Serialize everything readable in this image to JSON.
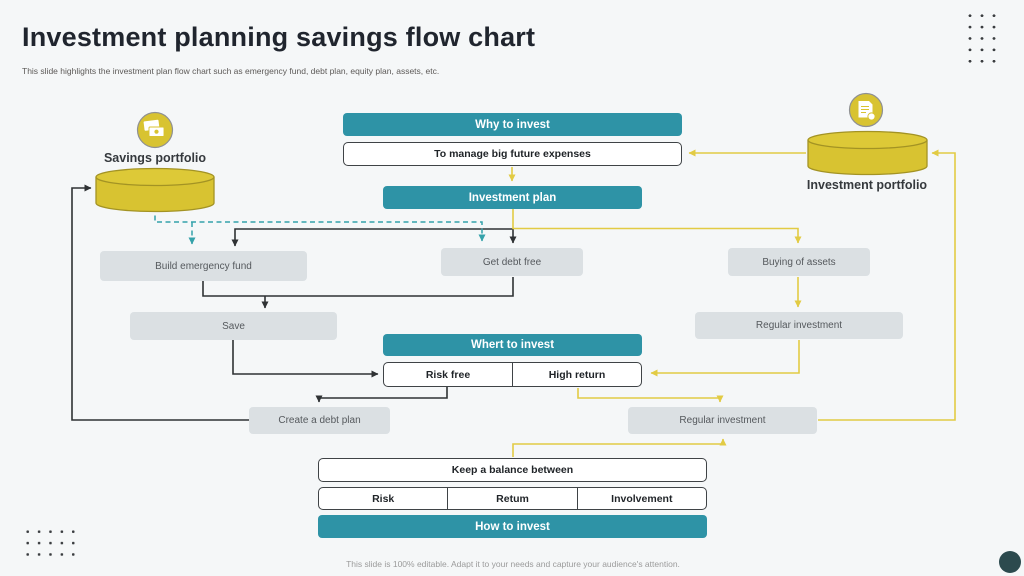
{
  "slide": {
    "title": "Investment planning savings flow chart",
    "subtitle": "This slide highlights the investment plan flow chart such as emergency fund, debt plan, equity plan, assets, etc.",
    "footer": "This slide is 100% editable. Adapt it to your needs and capture your audience's attention."
  },
  "sections": {
    "why": "Why to invest",
    "plan": "Investment plan",
    "where": "Whert to invest",
    "how": "How to invest"
  },
  "portfolios": {
    "savings": {
      "label": "Savings portfolio",
      "icon": "banknotes-icon"
    },
    "investment": {
      "label": "Investment portfolio",
      "icon": "invoice-icon"
    }
  },
  "nodes": {
    "manage": "To manage big future expenses",
    "build_fund": "Build emergency fund",
    "get_debt_free": "Get debt free",
    "buying_assets": "Buying of assets",
    "regular_investment_upper": "Regular investment",
    "save": "Save",
    "risk_free": "Risk free",
    "high_return": "High return",
    "create_debt_plan": "Create a debt plan",
    "regular_investment_lower": "Regular investment",
    "keep_balance": "Keep a balance between",
    "risk": "Risk",
    "return": "Retum",
    "involvement": "Involvement"
  },
  "colors": {
    "teal_header": "#2e93a6",
    "yellow_fill": "#d8c331",
    "yellow_line": "#e2cb44",
    "black_line": "#2f3234",
    "teal_dashed_line": "#35a2aa",
    "gray_node": "#dbe0e3",
    "corner_circle": "#2c4a4e",
    "background": "#f5f7f8"
  }
}
